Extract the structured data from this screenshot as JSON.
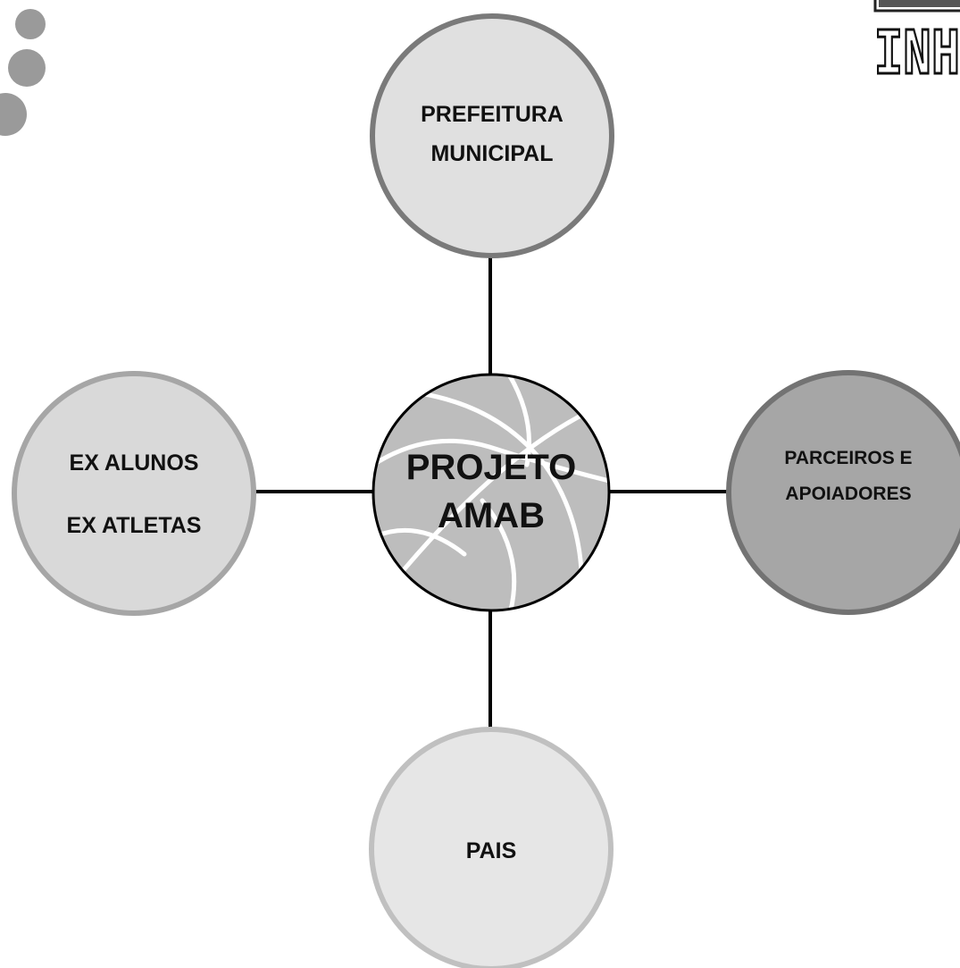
{
  "center": {
    "line1": "PROJETO",
    "line2": "AMAB",
    "icon": "basketball-icon"
  },
  "nodes": {
    "top": {
      "line1": "PREFEITURA",
      "line2": "MUNICIPAL"
    },
    "left": {
      "line1": "EX ALUNOS",
      "line2": "EX ATLETAS"
    },
    "right": {
      "line1": "PARCEIROS E",
      "line2": "APOIADORES"
    },
    "bottom": {
      "line1": "PAIS"
    }
  },
  "logo": {
    "text": "INH",
    "icon": "logo-fragment"
  },
  "decoration": {
    "icon": "dots-decoration"
  },
  "colors": {
    "node_light_fill": "#e0e0e0",
    "node_light_stroke": "#7a7a7a",
    "node_left_fill": "#d9d9d9",
    "node_left_stroke": "#a6a6a6",
    "node_dark_fill": "#a6a6a6",
    "node_dark_stroke": "#737373",
    "node_bottom_fill": "#e6e6e6",
    "node_bottom_stroke": "#c0c0c0",
    "ball_fill": "#bdbdbd",
    "connector": "#000000"
  }
}
